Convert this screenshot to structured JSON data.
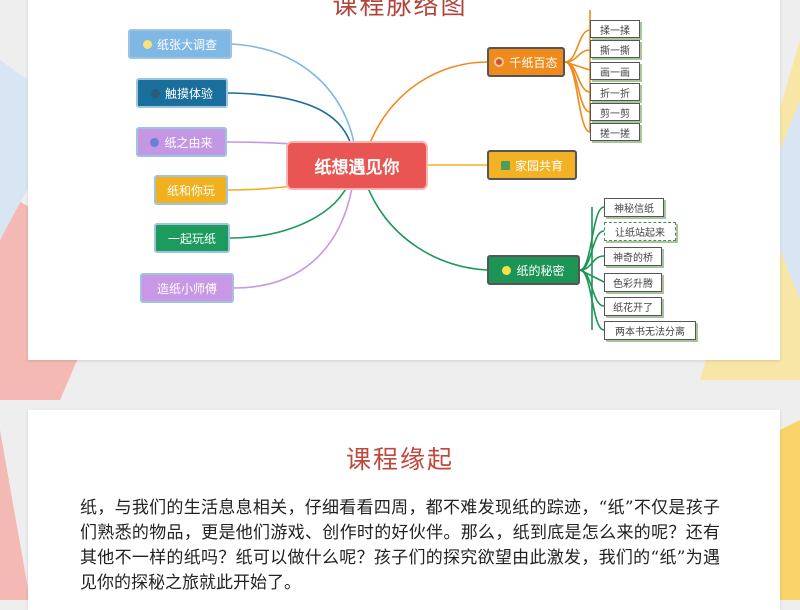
{
  "mindmap": {
    "title": "课程脉络图",
    "center": "纸想遇见你",
    "left_branches": [
      {
        "label": "纸张大调查",
        "color": "#7fb7e5",
        "icon": "sun-icon"
      },
      {
        "label": "触摸体验",
        "color": "#1a6e9c",
        "icon": "hand-icon"
      },
      {
        "label": "纸之由来",
        "color": "#c497e4",
        "icon": "rocket-icon"
      },
      {
        "label": "纸和你玩",
        "color": "#f1b01e",
        "icon": ""
      },
      {
        "label": "一起玩纸",
        "color": "#1c9b5c",
        "icon": ""
      },
      {
        "label": "造纸小师傅",
        "color": "#c897e6",
        "icon": ""
      }
    ],
    "right_branches": [
      {
        "label": "千纸百态",
        "color": "#ef8a1d",
        "icon": "donut-icon",
        "leaves": [
          "揉一揉",
          "撕一撕",
          "画一画",
          "折一折",
          "剪一剪",
          "搓一搓"
        ]
      },
      {
        "label": "家园共育",
        "color": "#f3b224",
        "icon": "puzzle-icon",
        "leaves": []
      },
      {
        "label": "纸的秘密",
        "color": "#1c9456",
        "icon": "bulb-icon",
        "leaves": [
          "神秘信纸",
          "让纸站起来",
          "神奇的桥",
          "色彩升腾",
          "纸花开了",
          "两本书无法分离"
        ]
      }
    ]
  },
  "section": {
    "title": "课程缘起",
    "paragraph": "纸，与我们的生活息息相关，仔细看看四周，都不难发现纸的踪迹，“纸”不仅是孩子们熟悉的物品，更是他们游戏、创作时的好伙伴。那么，纸到底是怎么来的呢？还有其他不一样的纸吗？纸可以做什么呢？孩子们的探究欲望由此激发，我们的“纸”为遇见你的探秘之旅就此开始了。"
  }
}
